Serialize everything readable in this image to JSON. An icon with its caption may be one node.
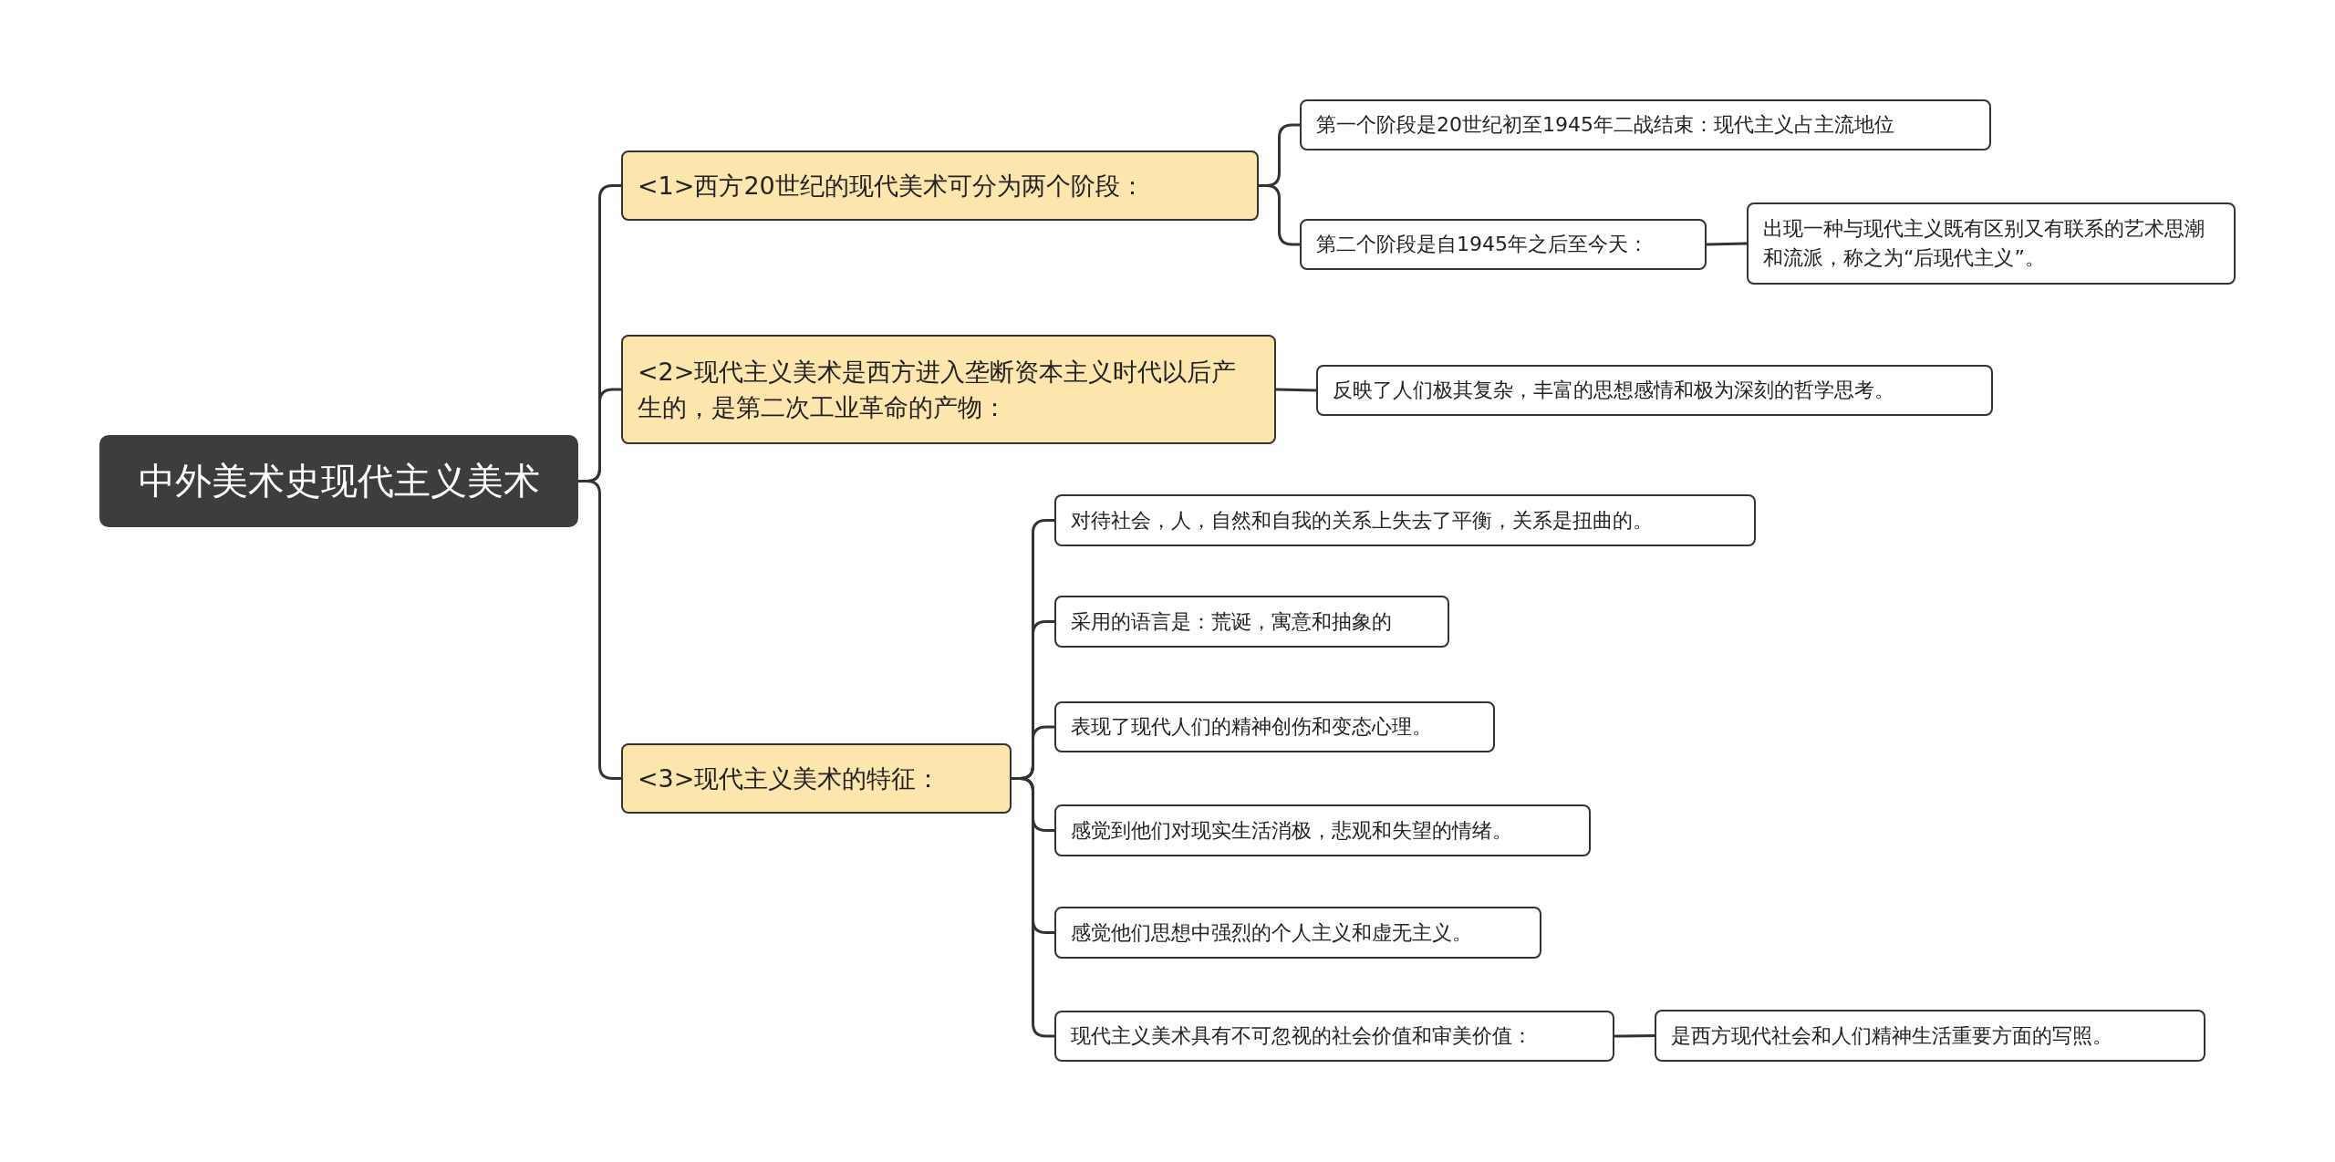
{
  "diagram": {
    "nodes": [
      {
        "text": [
          "中外美术史现代主义美术"
        ]
      },
      {
        "text": [
          "<1>西方20世纪的现代美术可分为两个阶段："
        ]
      },
      {
        "text": [
          "第一个阶段是20世纪初至1945年二战结束：现代主义占主流地位"
        ]
      },
      {
        "text": [
          "第二个阶段是自1945年之后至今天："
        ]
      },
      {
        "text": [
          "出现一种与现代主义既有区别又有联系的艺术思潮和流派，称之为“后现代主义”。"
        ]
      },
      {
        "text": [
          "<2>现代主义美术是西方进入垄断资本主义时代以后产生的，是第二次工业革命的产物："
        ]
      },
      {
        "text": [
          "反映了人们极其复杂，丰富的思想感情和极为深刻的哲学思考。"
        ]
      },
      {
        "text": [
          "<3>现代主义美术的特征："
        ]
      },
      {
        "text": [
          "对待社会，人，自然和自我的关系上失去了平衡，关系是扭曲的。"
        ]
      },
      {
        "text": [
          "采用的语言是：荒诞，寓意和抽象的"
        ]
      },
      {
        "text": [
          "表现了现代人们的精神创伤和变态心理。"
        ]
      },
      {
        "text": [
          "感觉到他们对现实生活消极，悲观和失望的情绪。"
        ]
      },
      {
        "text": [
          "感觉他们思想中强烈的个人主义和虚无主义。"
        ]
      },
      {
        "text": [
          "现代主义美术具有不可忽视的社会价值和审美价值："
        ]
      },
      {
        "text": [
          "是西方现代社会和人们精神生活重要方面的写照。"
        ]
      }
    ],
    "edges": [
      {
        "from": 0,
        "to": 1,
        "arrow": "none"
      },
      {
        "from": 0,
        "to": 5,
        "arrow": "none"
      },
      {
        "from": 0,
        "to": 7,
        "arrow": "none"
      },
      {
        "from": 1,
        "to": 2,
        "arrow": "none"
      },
      {
        "from": 1,
        "to": 3,
        "arrow": "none"
      },
      {
        "from": 3,
        "to": 4,
        "arrow": "none"
      },
      {
        "from": 5,
        "to": 6,
        "arrow": "none"
      },
      {
        "from": 7,
        "to": 8,
        "arrow": "none"
      },
      {
        "from": 7,
        "to": 9,
        "arrow": "none"
      },
      {
        "from": 7,
        "to": 10,
        "arrow": "none"
      },
      {
        "from": 7,
        "to": 11,
        "arrow": "none"
      },
      {
        "from": 7,
        "to": 12,
        "arrow": "none"
      },
      {
        "from": 7,
        "to": 13,
        "arrow": "none"
      },
      {
        "from": 13,
        "to": 14,
        "arrow": "none"
      }
    ]
  }
}
